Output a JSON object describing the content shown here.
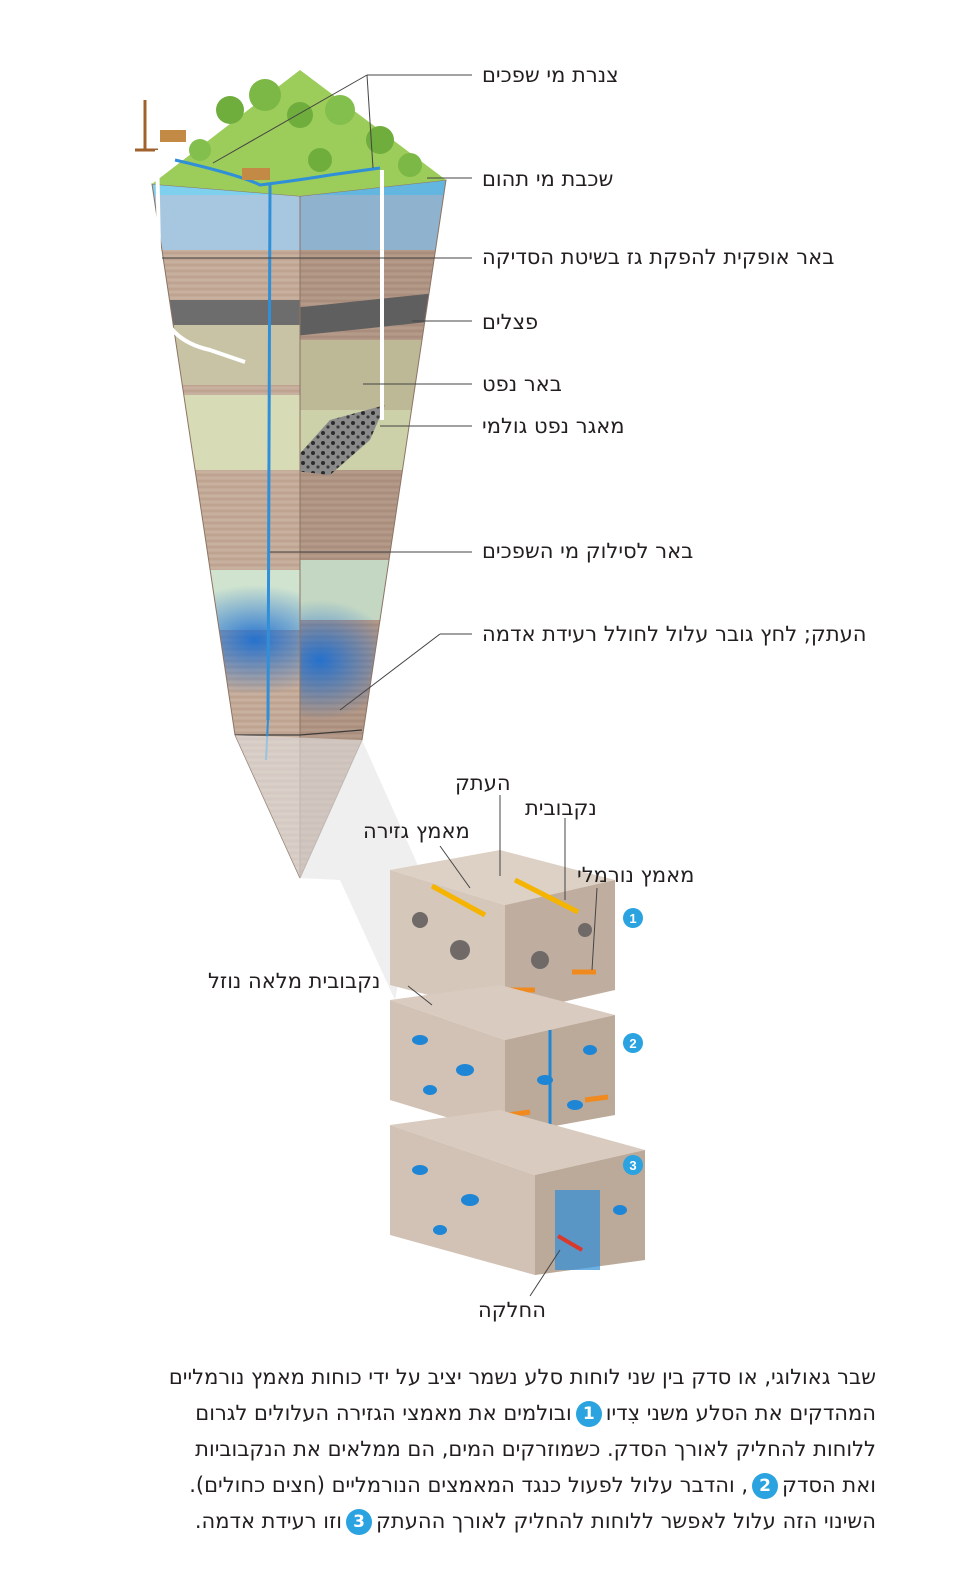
{
  "labels": {
    "pipe": "צנרת מי שפכים",
    "aquifer": "שכבת מי תהום",
    "horizontal_well": "באר אופקית להפקת גז בשיטת הסדיקה",
    "rocks": "פצלים",
    "oil_well": "באר נפט",
    "reservoir": "מאגר נפט גולמי",
    "disposal_well": "באר לסילוק מי השפכים",
    "fault_pressure": "העתק; לחץ גובר עלול לחולל רעידת אדמה",
    "fault": "העתק",
    "porosity": "נקבובית",
    "shear_stress": "מאמץ גזירה",
    "normal_stress": "מאמץ נורמלי",
    "fluid_filled_pore": "נקבובית מלאה נוזל",
    "slip": "החלקה"
  },
  "badges": {
    "b1": "1",
    "b2": "2",
    "b3": "3"
  },
  "caption": {
    "l1": "שבר גאולוגי, או סדק בין שני לוחות סלע נשמר יציב על ידי כוחות מאמץ נורמליים",
    "l2a": "המהדקים את הסלע משני צִדיו",
    "l2b": "ובולמים את מאמצי הגזירה העלולים לגרום",
    "l3": "ללוחות להחליק לאורך הסדק. כשמוזרקים המים, הם ממלאים את הנקבוביות",
    "l4a": "ואת הסדק",
    "l4b": ", והדבר עלול לפעול כנגד המאמצים הנורמליים (חצים כחולים).",
    "l5a": "השינוי הזה עלול לאפשר ללוחות להחליק לאורך ההעתק",
    "l5b": "וזו רעידת אדמה."
  },
  "colors": {
    "water": "#2f8fd8",
    "blue_pore": "#1f86d6",
    "rock": "#c9b0a0",
    "stress_arrow": "#f5b400",
    "normal_arrow": "#f08a1e",
    "slip_arrow": "#d9382b",
    "badge": "#2aa3e0",
    "grass": "#9ccc5a"
  }
}
